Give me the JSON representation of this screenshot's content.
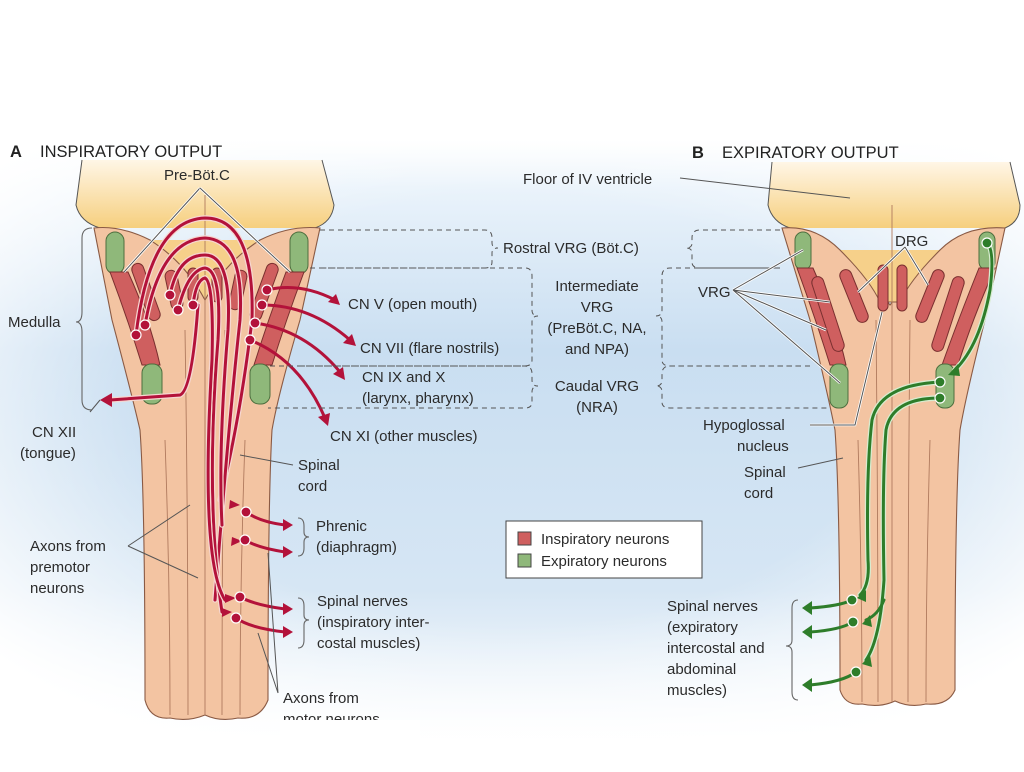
{
  "colors": {
    "inspiratory": "#cf5f5f",
    "expiratory": "#8fb87a",
    "inspiratory_axon": "#b3123a",
    "expiratory_axon": "#2e7d2a",
    "tissue": "#f3c4a2",
    "ventricle": "#f7d48a",
    "background_blue": "#bcd7ee"
  },
  "panel_a": {
    "letter": "A",
    "title": "INSPIRATORY OUTPUT",
    "labels": {
      "pre_botc": "Pre-Böt.C",
      "medulla": "Medulla",
      "cn_xii_line1": "CN XII",
      "cn_xii_line2": "(tongue)",
      "cn_v": "CN V (open mouth)",
      "cn_vii": "CN VII (flare nostrils)",
      "cn_ix_x_line1": "CN IX and X",
      "cn_ix_x_line2": "(larynx, pharynx)",
      "cn_xi": "CN XI (other muscles)",
      "spinal_cord_line1": "Spinal",
      "spinal_cord_line2": "cord",
      "phrenic_line1": "Phrenic",
      "phrenic_line2": "(diaphragm)",
      "axons_premotor_line1": "Axons from",
      "axons_premotor_line2": "premotor",
      "axons_premotor_line3": "neurons",
      "spinal_nerves_line1": "Spinal nerves",
      "spinal_nerves_line2": "(inspiratory inter-",
      "spinal_nerves_line3": "costal muscles)",
      "axons_motor_line1": "Axons from",
      "axons_motor_line2": "motor neurons"
    }
  },
  "middle": {
    "rostral_vrg": "Rostral VRG (Böt.C)",
    "intermediate_line1": "Intermediate",
    "intermediate_line2": "VRG",
    "intermediate_line3": "(PreBöt.C, NA,",
    "intermediate_line4": "and NPA)",
    "caudal_line1": "Caudal VRG",
    "caudal_line2": "(NRA)"
  },
  "panel_b": {
    "letter": "B",
    "title": "EXPIRATORY OUTPUT",
    "labels": {
      "floor_iv_ventricle": "Floor of IV ventricle",
      "drg": "DRG",
      "vrg": "VRG",
      "hypoglossal_line1": "Hypoglossal",
      "hypoglossal_line2": "nucleus",
      "spinal_cord_line1": "Spinal",
      "spinal_cord_line2": "cord",
      "spinal_nerves_line1": "Spinal nerves",
      "spinal_nerves_line2": "(expiratory",
      "spinal_nerves_line3": "intercostal and",
      "spinal_nerves_line4": "abdominal",
      "spinal_nerves_line5": "muscles)"
    }
  },
  "legend": {
    "items": [
      {
        "label": "Inspiratory neurons",
        "color": "#cf5f5f"
      },
      {
        "label": "Expiratory neurons",
        "color": "#8fb87a"
      }
    ]
  }
}
